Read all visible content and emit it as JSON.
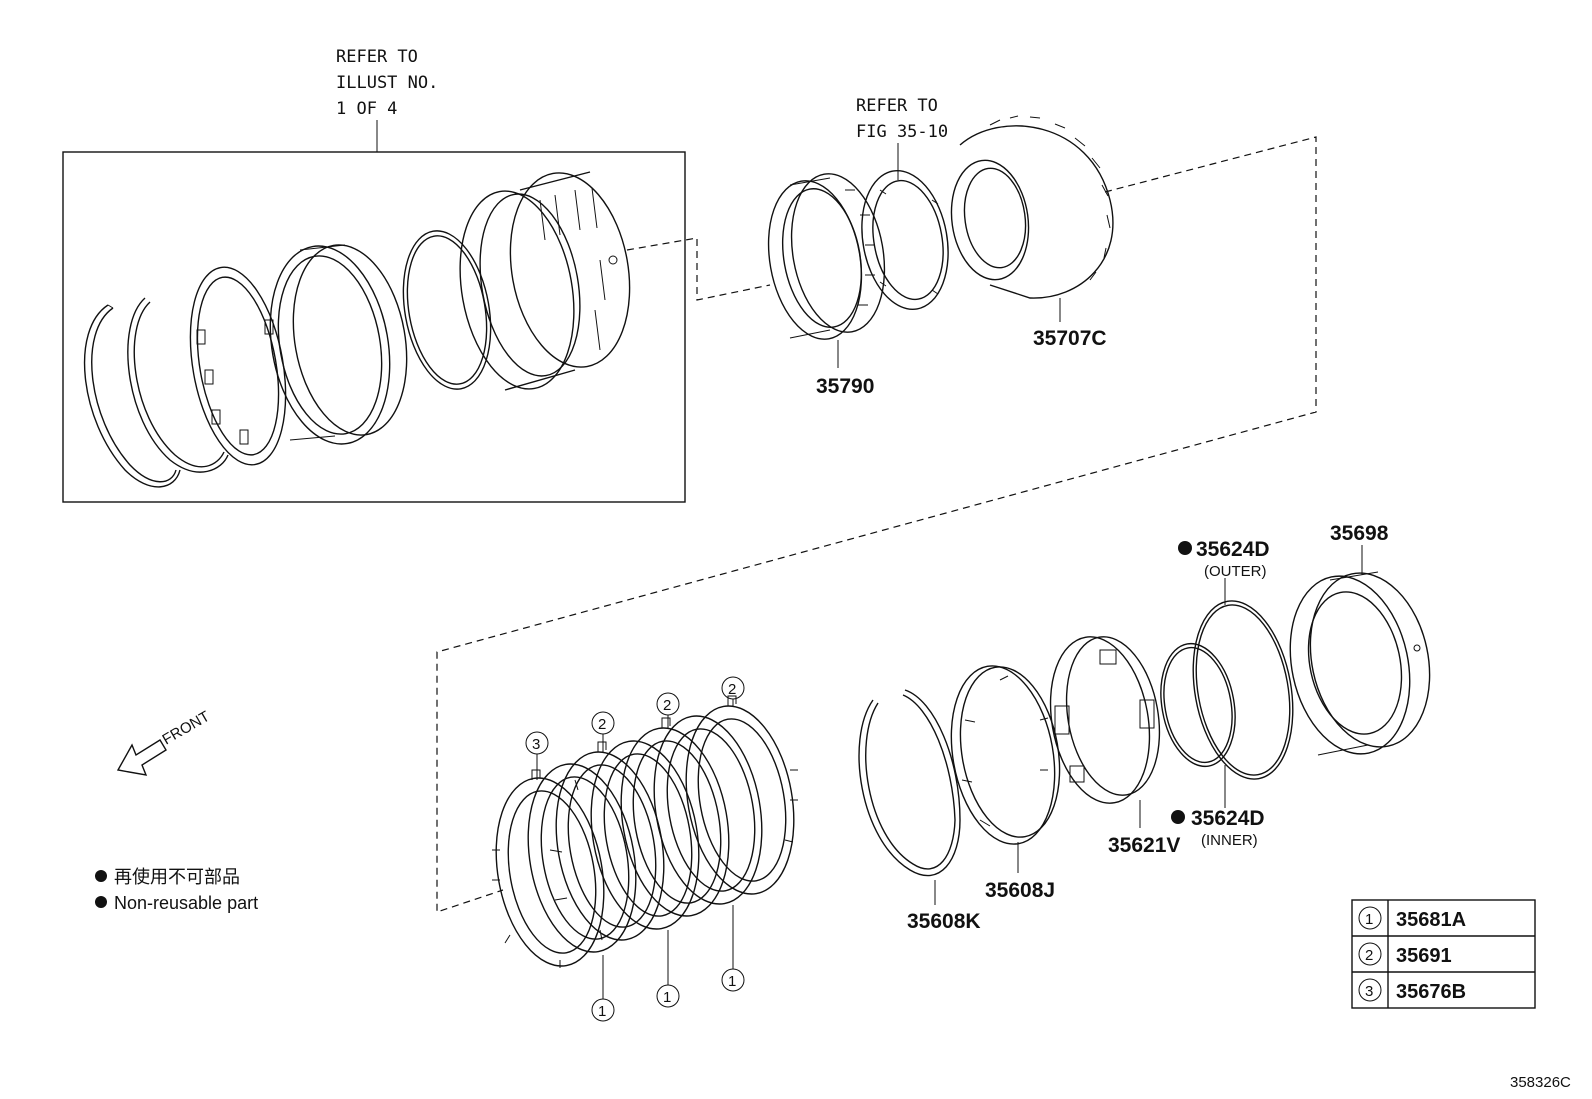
{
  "refer_illust": [
    "REFER TO",
    "ILLUST NO.",
    "1 OF 4"
  ],
  "refer_fig": [
    "REFER TO",
    "FIG 35-10"
  ],
  "front_label": "FRONT",
  "parts": {
    "p35790": "35790",
    "p35707C": "35707C",
    "p35624D_outer": "35624D",
    "outer_note": "(OUTER)",
    "p35698": "35698",
    "p35624D_inner": "35624D",
    "inner_note": "(INNER)",
    "p35621V": "35621V",
    "p35608J": "35608J",
    "p35608K": "35608K"
  },
  "callouts": {
    "c3": "3",
    "c2a": "2",
    "c2b": "2",
    "c2c": "2",
    "c1a": "1",
    "c1b": "1",
    "c1c": "1"
  },
  "legend": {
    "line1": "再使用不可部品",
    "line2": "Non-reusable part"
  },
  "table": [
    {
      "num": "1",
      "part": "35681A"
    },
    {
      "num": "2",
      "part": "35691"
    },
    {
      "num": "3",
      "part": "35676B"
    }
  ],
  "diagram_code": "358326C"
}
